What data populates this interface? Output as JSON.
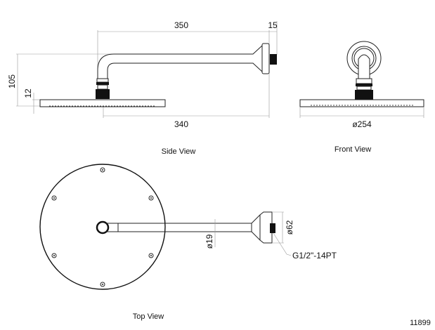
{
  "side_view": {
    "label": "Side View",
    "dim_arm_length": "350",
    "dim_flange": "15",
    "dim_height": "105",
    "dim_head_thickness": "12",
    "dim_projection": "340"
  },
  "front_view": {
    "label": "Front View",
    "dim_head_diameter": "ø254"
  },
  "top_view": {
    "label": "Top View",
    "dim_arm_diameter": "ø19",
    "dim_flange_diameter": "ø62",
    "thread_callout": "G1/2\"-14PT"
  },
  "drawing_number": "11899"
}
